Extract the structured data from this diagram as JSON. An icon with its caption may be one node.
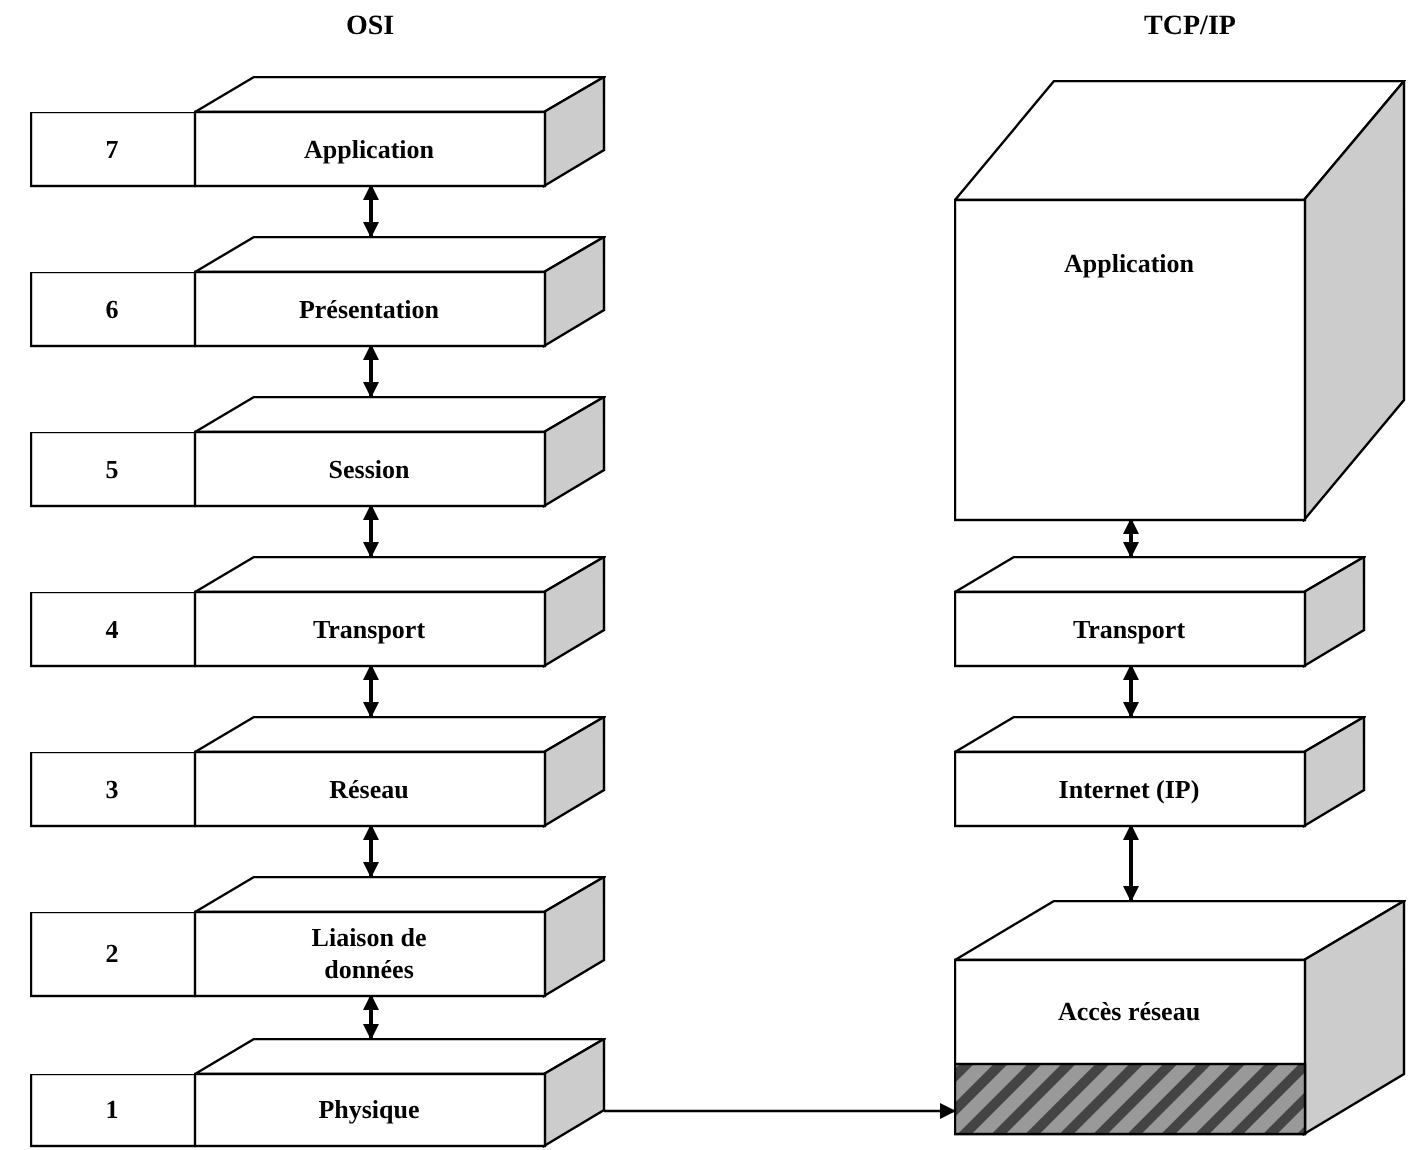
{
  "diagram": {
    "nodes": [
      {
        "text": [
          "7"
        ]
      },
      {
        "text": [
          "Application"
        ]
      },
      {
        "text": [
          "6"
        ]
      },
      {
        "text": [
          "Présentation"
        ]
      },
      {
        "text": [
          "5"
        ]
      },
      {
        "text": [
          "Session"
        ]
      },
      {
        "text": [
          "4"
        ]
      },
      {
        "text": [
          "Transport"
        ]
      },
      {
        "text": [
          "3"
        ]
      },
      {
        "text": [
          "Réseau"
        ]
      },
      {
        "text": [
          "2"
        ]
      },
      {
        "text": [
          "Liaison de données"
        ]
      },
      {
        "text": [
          "1"
        ]
      },
      {
        "text": [
          "Physique"
        ]
      },
      {
        "text": [
          "Application"
        ]
      },
      {
        "text": [
          "Transport"
        ]
      },
      {
        "text": [
          "Internet (IP)"
        ]
      },
      {
        "text": [
          "Accès réseau"
        ]
      }
    ],
    "edges": [
      {
        "from": 1,
        "to": 3,
        "arrow": "both"
      },
      {
        "from": 3,
        "to": 5,
        "arrow": "both"
      },
      {
        "from": 5,
        "to": 7,
        "arrow": "both"
      },
      {
        "from": 7,
        "to": 9,
        "arrow": "both"
      },
      {
        "from": 9,
        "to": 11,
        "arrow": "both"
      },
      {
        "from": 11,
        "to": 13,
        "arrow": "both"
      },
      {
        "from": 14,
        "to": 15,
        "arrow": "both"
      },
      {
        "from": 15,
        "to": 16,
        "arrow": "both"
      },
      {
        "from": 16,
        "to": 17,
        "arrow": "both"
      },
      {
        "from": 13,
        "to": 17,
        "arrow": "to"
      }
    ],
    "labels": [
      "OSI",
      "TCP/IP"
    ]
  }
}
